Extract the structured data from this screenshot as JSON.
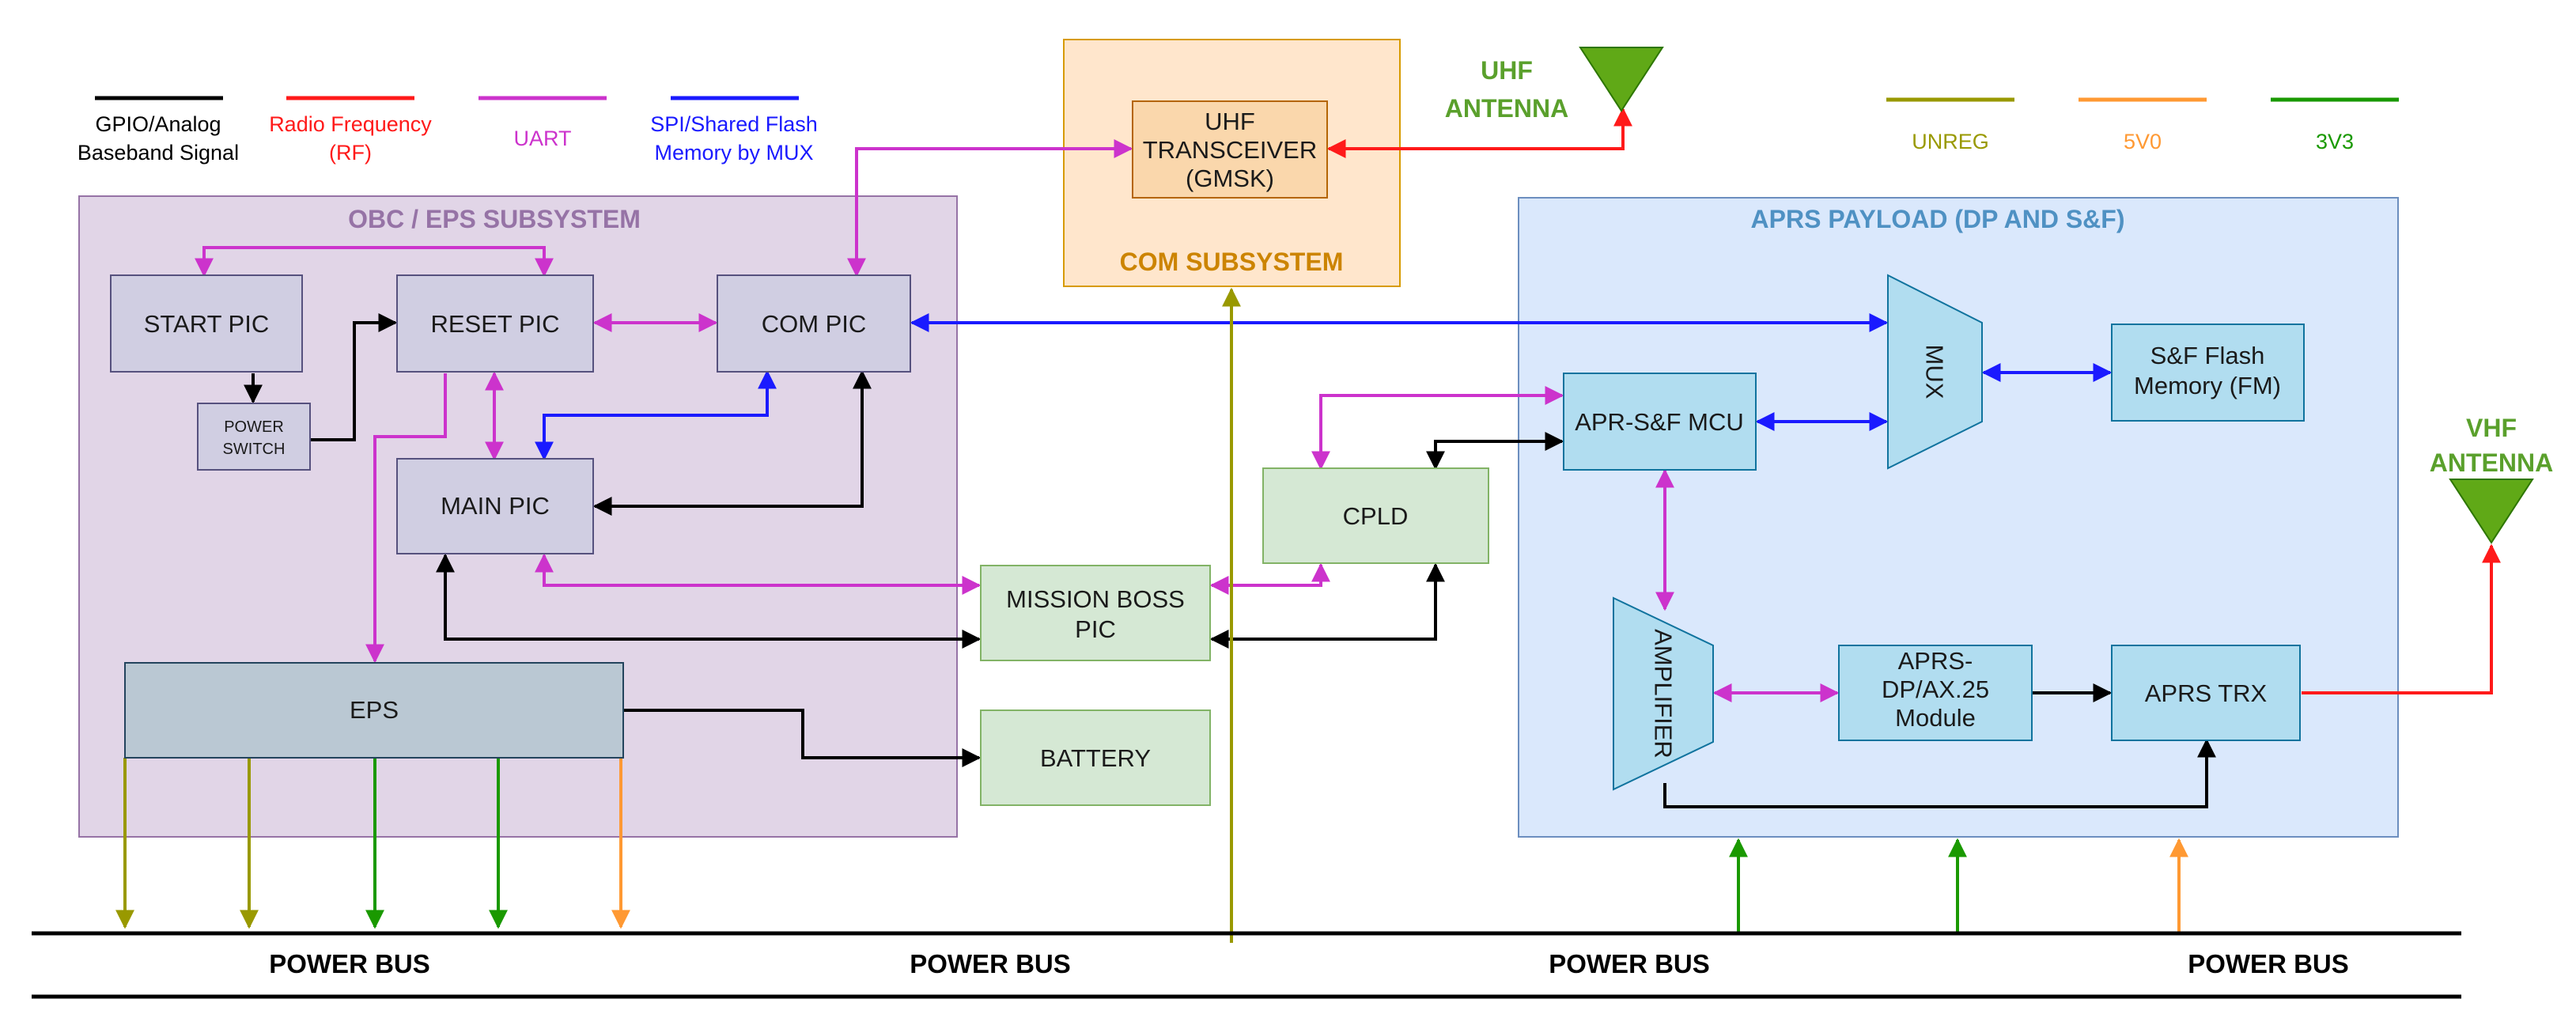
{
  "colors": {
    "gpio": "#000000",
    "rf": "#ff1a1a",
    "uart": "#cc33cc",
    "spi": "#1a1aff",
    "unreg": "#999900",
    "v5v0": "#ff9933",
    "v3v3": "#1a9900",
    "obc_fill": "#e1d5e7",
    "obc_stroke": "#9673a6",
    "com_fill": "#ffe6cc",
    "com_stroke": "#d79b00",
    "aprs_fill": "#dae8fc",
    "aprs_stroke": "#6c8ebf",
    "pic_fill": "#d0cee2",
    "pic_stroke": "#56517e",
    "green_fill": "#d5e8d4",
    "green_stroke": "#82b366",
    "blue_fill": "#b1ddf0",
    "blue_stroke": "#10739e",
    "eps_fill": "#bac8d3",
    "eps_stroke": "#23445d",
    "antenna": "#60a917"
  },
  "legend": {
    "left": [
      {
        "line1": "GPIO/Analog",
        "line2": "Baseband Signal",
        "color": "#000000"
      },
      {
        "line1": "Radio Frequency",
        "line2": "(RF)",
        "color": "#ff1a1a"
      },
      {
        "line1": "UART",
        "line2": "",
        "color": "#cc33cc"
      },
      {
        "line1": "SPI/Shared Flash",
        "line2": "Memory by MUX",
        "color": "#1a1aff"
      }
    ],
    "right": [
      {
        "label": "UNREG",
        "color": "#999900"
      },
      {
        "label": "5V0",
        "color": "#ff9933"
      },
      {
        "label": "3V3",
        "color": "#1a9900"
      }
    ]
  },
  "subsystems": {
    "obc": "OBC / EPS SUBSYSTEM",
    "com": "COM SUBSYSTEM",
    "aprs": "APRS PAYLOAD (DP AND S&F)"
  },
  "blocks": {
    "start_pic": "START PIC",
    "reset_pic": "RESET PIC",
    "com_pic": "COM PIC",
    "power_switch_1": "POWER",
    "power_switch_2": "SWITCH",
    "main_pic": "MAIN PIC",
    "eps": "EPS",
    "uhf_1": "UHF",
    "uhf_2": "TRANSCEIVER",
    "uhf_3": "(GMSK)",
    "cpld": "CPLD",
    "mission_boss_1": "MISSION BOSS",
    "mission_boss_2": "PIC",
    "battery": "BATTERY",
    "apr_mcu": "APR-S&F MCU",
    "mux": "MUX",
    "flash_1": "S&F Flash",
    "flash_2": "Memory (FM)",
    "amplifier": "AMPLIFIER",
    "dp_1": "APRS-",
    "dp_2": "DP/AX.25",
    "dp_3": "Module",
    "aprs_trx": "APRS TRX"
  },
  "antennas": {
    "uhf_1": "UHF",
    "uhf_2": "ANTENNA",
    "vhf_1": "VHF",
    "vhf_2": "ANTENNA"
  },
  "power_bus": [
    "POWER BUS",
    "POWER BUS",
    "POWER BUS",
    "POWER BUS"
  ]
}
